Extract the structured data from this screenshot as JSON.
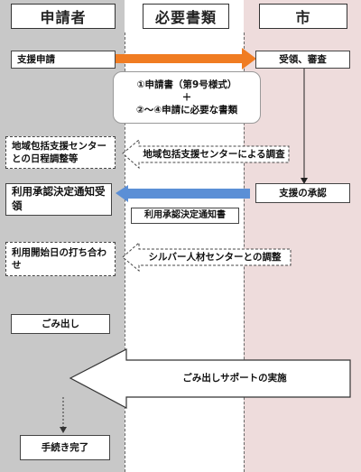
{
  "lanes": {
    "applicant": "申請者",
    "documents": "必要書類",
    "city": "市"
  },
  "steps": {
    "support_application": "支援申請",
    "receipt_review": "受領、審査",
    "docs_line1": "①申請書（第9号様式）",
    "docs_plus": "＋",
    "docs_line2": "②～④申請に必要な書類",
    "schedule_adjustment": "地域包括支援センターとの日程調整等",
    "center_survey": "地域包括支援センターによる調査",
    "approval": "支援の承認",
    "approval_notice_received": "利用承認決定通知受領",
    "approval_notice": "利用承認決定通知書",
    "start_date_meeting": "利用開始日の打ち合わせ",
    "silver_center_coordination": "シルバー人材センターとの調整",
    "garbage_out": "ごみ出し",
    "garbage_support": "ごみ出しサポートの実施",
    "complete": "手続き完了"
  },
  "colors": {
    "applicant_lane": "#c8c8c8",
    "city_lane": "#eedcdc",
    "orange_arrow": "#f07c22",
    "blue_arrow": "#5b8fd6"
  }
}
